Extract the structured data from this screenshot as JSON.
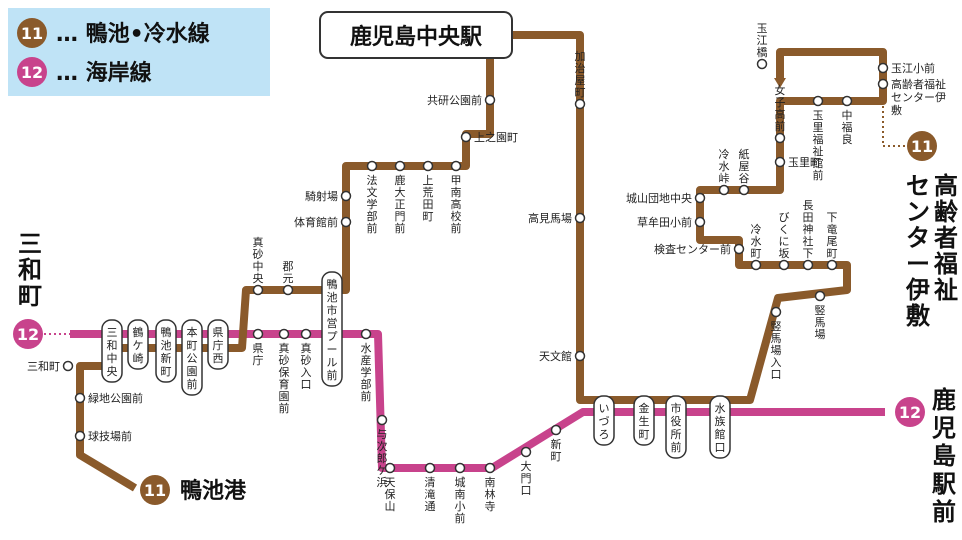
{
  "colors": {
    "route11": "#8a5a2b",
    "route12": "#c8438c",
    "legend_bg": "#bfe3f6",
    "station_fill": "#ffffff"
  },
  "legend": [
    {
      "num": "11",
      "text": "… 鴨池•冷水線"
    },
    {
      "num": "12",
      "text": "… 海岸線"
    }
  ],
  "hub_station": "鹿児島中央駅",
  "terminals": {
    "sanwacho": "三和町",
    "kagoshima_eki": "鹿児島駅前",
    "kamoike_ko": "鴨池港",
    "center_ishiki": "高齢者福祉センター伊敷"
  },
  "badges": {
    "route11": "11",
    "route12": "12"
  },
  "stations": {
    "kyoken": "共研公園前",
    "uenosono": "上之園町",
    "kishaba": "騎射場",
    "taiikukan": "体育館前",
    "hobun": "法文学部前",
    "kadai_seimon": "鹿大正門前",
    "kamiarata": "上荒田町",
    "konan": "甲南高校前",
    "masago_chuo": "真砂中央",
    "gunmoto": "郡元",
    "kamoike_pool": "鴨池市営プール前",
    "sanwa_chuo": "三和中央",
    "tsurugasaki": "鶴ケ崎",
    "kamoike_shinmachi": "鴨池新町",
    "honmachi_koen": "本町公園前",
    "kencho_nishi": "県庁西",
    "kencho": "県庁",
    "masago_hoiku": "真砂保育園前",
    "masago_iriguchi": "真砂入口",
    "suisan": "水産学部前",
    "yojiro": "与次郎ケ浜",
    "tenpozan": "天保山",
    "seiryo": "清滝通",
    "jonan": "城南小前",
    "nanrinji": "南林寺",
    "omonguchi": "大門口",
    "shinmachi": "新町",
    "izuro": "いづろ",
    "kinseicho": "金生町",
    "shiyakusho": "市役所前",
    "suizokukan": "水族館口",
    "kajiya": "加治屋町",
    "takamibaba": "高見馬場",
    "tenmonkan": "天文館",
    "sanwacho_stop": "三和町",
    "ryokuchi": "緑地公園前",
    "kyugijo": "球技場前",
    "tamae": "玉江橋",
    "joshiko": "女子高前",
    "tamazato_fukushi": "玉里福祉館前",
    "nakafukura": "中福良",
    "tamae_sho": "玉江小前",
    "koreisha_ishiki": "高齢者福祉センター伊敷",
    "tamazato": "玉里町",
    "hiyamizu_toge": "冷水峠",
    "kamiyadani": "紙屋谷",
    "shiroyama": "城山団地中央",
    "kusamuta": "草牟田小前",
    "kensa": "検査センター前",
    "hiyamizu": "冷水町",
    "bikunizaka": "びくに坂",
    "nagata_jinja": "長田神社下",
    "shimotatsuo": "下竜尾町",
    "tatebaba": "竪馬場",
    "tatebaba_iriguchi": "竪馬場入口"
  }
}
